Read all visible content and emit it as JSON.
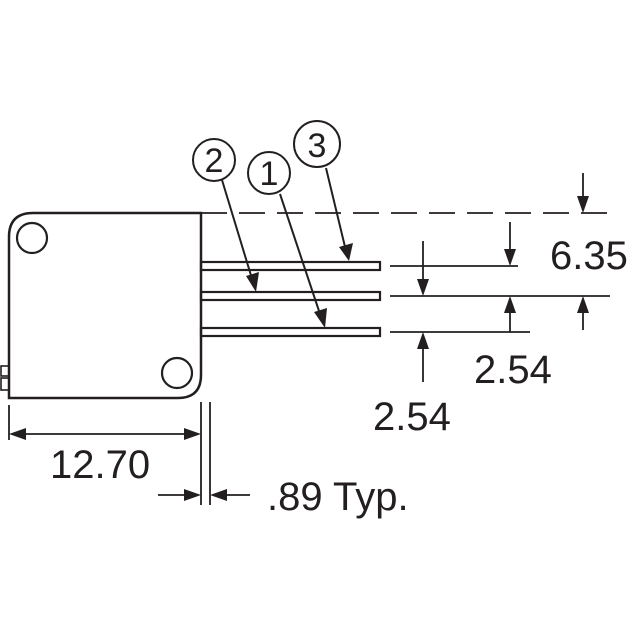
{
  "dimensions": {
    "pin_span": "6.35",
    "pitch_upper": "2.54",
    "pitch_lower": "2.54",
    "body_width": "12.70",
    "pin_thickness": ".89 Typ."
  },
  "pin_labels": {
    "pin1": "1",
    "pin2": "2",
    "pin3": "3"
  },
  "colors": {
    "ink": "#231f20",
    "background": "#ffffff"
  }
}
